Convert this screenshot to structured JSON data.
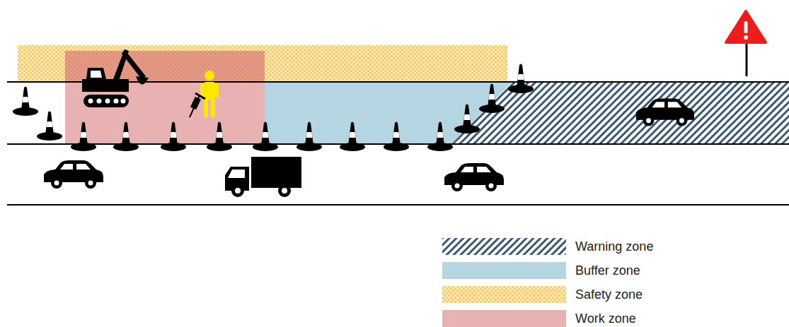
{
  "diagram": {
    "legend": [
      {
        "text": "Warning zone"
      },
      {
        "text": "Buffer zone",
        "color": "#b5d5e3"
      },
      {
        "text": "Safety zone"
      },
      {
        "text": "Work zone",
        "color": "#e8b2b2"
      }
    ]
  }
}
